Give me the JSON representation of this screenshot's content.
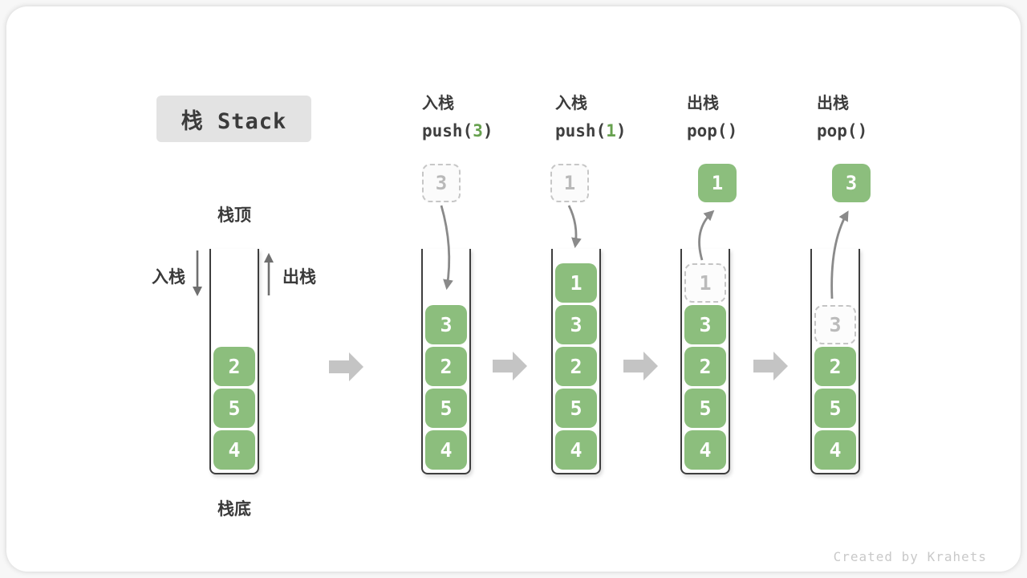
{
  "title": "栈 Stack",
  "watermark": "Created by Krahets",
  "labels": {
    "stack_top": "栈顶",
    "stack_bottom": "栈底",
    "push": "入栈",
    "pop": "出栈"
  },
  "colors": {
    "cell_green": "#8cbe7d",
    "code_arg_green": "#67a14f",
    "title_bg": "#e3e3e3",
    "text_dark": "#3c3c3c",
    "flow_arrow_gray": "#8a8a8a",
    "chevron_gray": "#c4c4c4",
    "ghost_border": "#c5c5c5"
  },
  "initial_stack": {
    "cells": [
      "2",
      "5",
      "4"
    ]
  },
  "steps": [
    {
      "op_name": "入栈",
      "op_pre": "push(",
      "op_arg": "3",
      "op_post": ")",
      "floating_value": "3",
      "floating_style": "dashed",
      "cells": [
        "3",
        "2",
        "5",
        "4"
      ]
    },
    {
      "op_name": "入栈",
      "op_pre": "push(",
      "op_arg": "1",
      "op_post": ")",
      "floating_value": "1",
      "floating_style": "dashed",
      "cells": [
        "1",
        "3",
        "2",
        "5",
        "4"
      ]
    },
    {
      "op_name": "出栈",
      "op_pre": "pop()",
      "op_arg": "",
      "op_post": "",
      "floating_value": "1",
      "floating_style": "solid",
      "ghost_value": "1",
      "cells": [
        "3",
        "2",
        "5",
        "4"
      ]
    },
    {
      "op_name": "出栈",
      "op_pre": "pop()",
      "op_arg": "",
      "op_post": "",
      "floating_value": "3",
      "floating_style": "solid",
      "ghost_value": "3",
      "cells": [
        "2",
        "5",
        "4"
      ]
    }
  ]
}
